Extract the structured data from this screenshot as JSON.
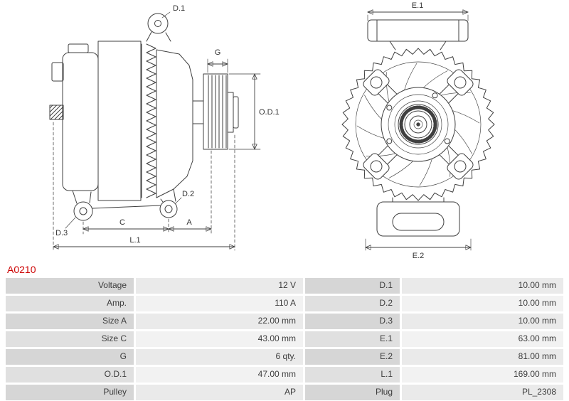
{
  "part_number": "A0210",
  "colors": {
    "accent": "#cc0000"
  },
  "diagram": {
    "side_view_labels": {
      "d1": "D.1",
      "g": "G",
      "od1": "O.D.1",
      "d2": "D.2",
      "d3": "D.3",
      "c": "C",
      "a": "A",
      "l1": "L.1"
    },
    "front_view_labels": {
      "e1": "E.1",
      "e2": "E.2"
    }
  },
  "table": {
    "rows": [
      {
        "label_left": "Voltage",
        "value_left": "12 V",
        "label_right": "D.1",
        "value_right": "10.00 mm"
      },
      {
        "label_left": "Amp.",
        "value_left": "110 A",
        "label_right": "D.2",
        "value_right": "10.00 mm"
      },
      {
        "label_left": "Size A",
        "value_left": "22.00 mm",
        "label_right": "D.3",
        "value_right": "10.00 mm"
      },
      {
        "label_left": "Size C",
        "value_left": "43.00 mm",
        "label_right": "E.1",
        "value_right": "63.00 mm"
      },
      {
        "label_left": "G",
        "value_left": "6 qty.",
        "label_right": "E.2",
        "value_right": "81.00 mm"
      },
      {
        "label_left": "O.D.1",
        "value_left": "47.00 mm",
        "label_right": "L.1",
        "value_right": "169.00 mm"
      },
      {
        "label_left": "Pulley",
        "value_left": "AP",
        "label_right": "Plug",
        "value_right": "PL_2308"
      }
    ]
  }
}
